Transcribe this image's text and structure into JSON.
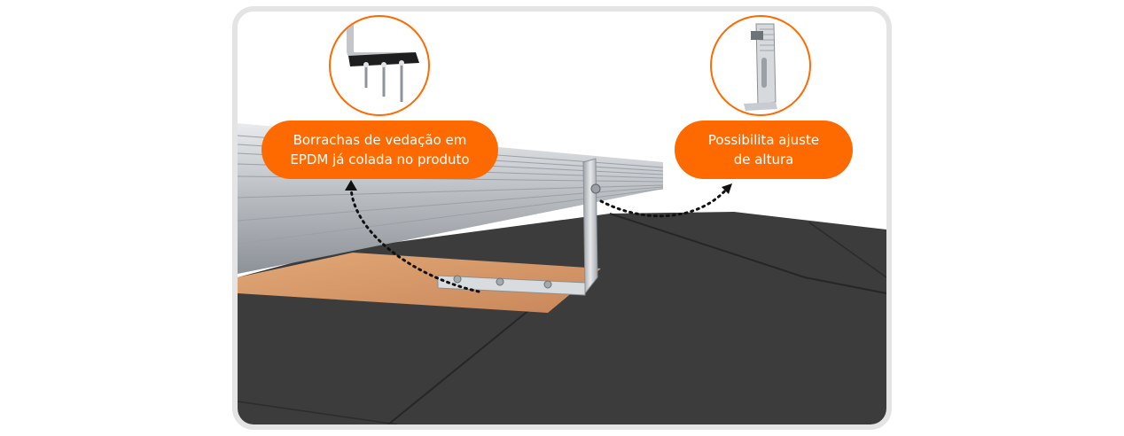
{
  "callouts": {
    "left": {
      "line1": "Borrachas de vedação em",
      "line2": "EPDM já colada no produto"
    },
    "right": {
      "line1": "Possibilita ajuste",
      "line2": "de altura"
    }
  },
  "colors": {
    "accent": "#ff6a00",
    "frame_border": "#e4e4e4",
    "roof_membrane": "#3a3a3a",
    "wood_base": "#d99a68",
    "aluminum": "#c9ccd0"
  },
  "icons": {
    "left_zoom": "epdm-gasket-screws-icon",
    "right_zoom": "adjustable-bracket-icon"
  }
}
